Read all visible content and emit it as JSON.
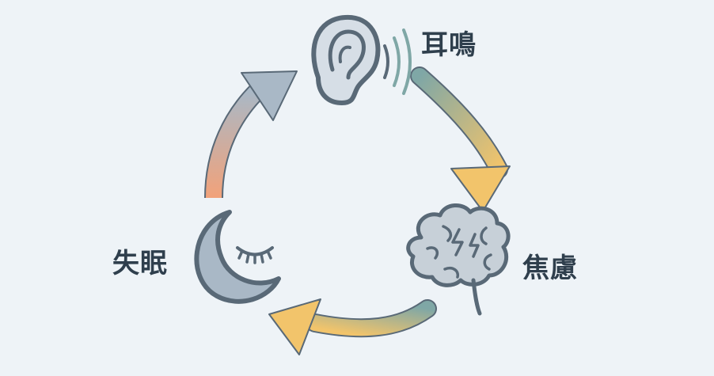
{
  "nodes": {
    "tinnitus": {
      "label": "耳鳴",
      "icon": "ear-icon"
    },
    "anxiety": {
      "label": "焦慮",
      "icon": "brain-icon"
    },
    "insomnia": {
      "label": "失眠",
      "icon": "crescent-moon-closed-eye-icon"
    }
  },
  "edges": [
    {
      "from": "耳鳴",
      "to": "焦慮",
      "colors": [
        "#7fa7a6",
        "#f2c46b"
      ]
    },
    {
      "from": "焦慮",
      "to": "失眠",
      "colors": [
        "#7fa7a6",
        "#f2c46b"
      ]
    },
    {
      "from": "失眠",
      "to": "耳鳴",
      "colors": [
        "#f2a27a",
        "#a9b8c6"
      ]
    }
  ],
  "colors": {
    "background": "#eef3f7",
    "outline": "#596977",
    "text": "#2f3f4d",
    "teal": "#7fa7a6",
    "yellow": "#f2c46b",
    "orange": "#f2a27a",
    "blue_gray": "#a9b8c6"
  }
}
